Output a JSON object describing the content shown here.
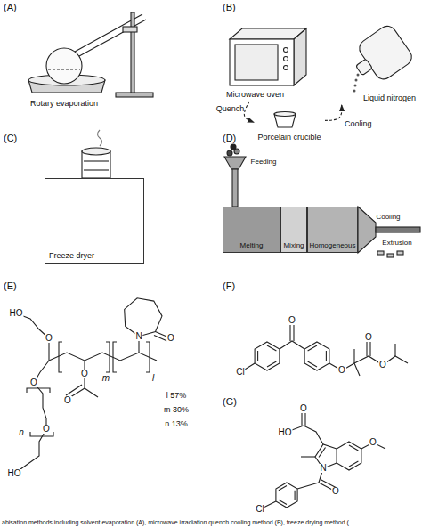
{
  "diagram": {
    "caption": "abisation methods including solvent evaporation (A), microwave irradiation quench cooling method (B), freeze drying method (",
    "nodes": [
      {
        "text": [
          "Microwave oven"
        ]
      },
      {
        "text": [
          "Porcelain crucible"
        ]
      },
      {
        "text": [
          "Liquid nitrogen"
        ]
      },
      {
        "text": [
          "Freeze dryer"
        ]
      },
      {
        "text": [
          "Melting"
        ]
      },
      {
        "text": [
          "Mixing"
        ]
      },
      {
        "text": [
          "Homogeneous"
        ]
      }
    ],
    "edges": [
      {
        "from": 0,
        "to": 1,
        "label": "Quench",
        "arrow": "to"
      },
      {
        "from": 1,
        "to": 2,
        "label": "Cooling",
        "arrow": "to"
      }
    ],
    "labels": [
      "(A)",
      "(B)",
      "(C)",
      "(D)",
      "(E)",
      "(F)",
      "(G)",
      "Rotary evaporation",
      "Feeding",
      "Cooling",
      "Extrusion",
      "HO",
      "O",
      "O",
      "N",
      "O",
      "O",
      "O",
      "n",
      "m",
      "l",
      "O",
      "HO",
      "l 57%",
      "m 30%",
      "n 13%",
      "O",
      "O",
      "O",
      "O",
      "Cl",
      "HO",
      "O",
      "N",
      "O",
      "O",
      "Cl"
    ]
  }
}
